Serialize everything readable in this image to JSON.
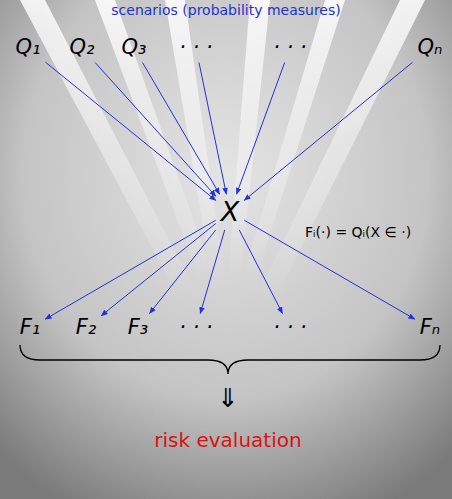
{
  "diagram": {
    "title": "scenarios (probability measures)",
    "nodes": [
      {
        "text": [
          "Q₁"
        ]
      },
      {
        "text": [
          "Q₂"
        ]
      },
      {
        "text": [
          "Q₃"
        ]
      },
      {
        "text": [
          "· · ·"
        ]
      },
      {
        "text": [
          "· · ·"
        ]
      },
      {
        "text": [
          "Qₙ"
        ]
      },
      {
        "text": [
          "X"
        ]
      },
      {
        "text": [
          "F₁"
        ]
      },
      {
        "text": [
          "F₂"
        ]
      },
      {
        "text": [
          "F₃"
        ]
      },
      {
        "text": [
          "· · ·"
        ]
      },
      {
        "text": [
          "· · ·"
        ]
      },
      {
        "text": [
          "Fₙ"
        ]
      }
    ],
    "edges": [
      {
        "from": 0,
        "to": 6,
        "arrow": "to"
      },
      {
        "from": 1,
        "to": 6,
        "arrow": "to"
      },
      {
        "from": 2,
        "to": 6,
        "arrow": "to"
      },
      {
        "from": 3,
        "to": 6,
        "arrow": "to"
      },
      {
        "from": 4,
        "to": 6,
        "arrow": "to"
      },
      {
        "from": 5,
        "to": 6,
        "arrow": "to"
      },
      {
        "from": 6,
        "to": 7,
        "arrow": "to"
      },
      {
        "from": 6,
        "to": 8,
        "arrow": "to"
      },
      {
        "from": 6,
        "to": 9,
        "arrow": "to"
      },
      {
        "from": 6,
        "to": 10,
        "arrow": "to"
      },
      {
        "from": 6,
        "to": 11,
        "arrow": "to"
      },
      {
        "from": 6,
        "to": 12,
        "arrow": "to"
      }
    ],
    "labels": [
      "Fᵢ(·) = Qᵢ(X ∈ ·)",
      "⇓",
      "risk evaluation"
    ]
  }
}
